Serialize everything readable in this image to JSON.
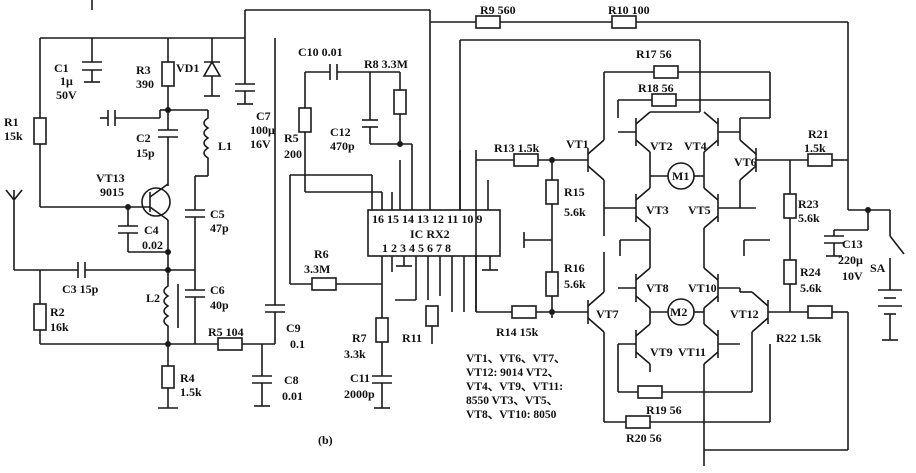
{
  "labels": {
    "c1": "C1",
    "c1_val1": "1μ",
    "c1_val2": "50V",
    "r1": "R1",
    "r1_val": "15k",
    "r3": "R3",
    "r3_val": "390",
    "vd1": "VD1",
    "c2": "C2",
    "c2_val": "15p",
    "l1": "L1",
    "vt13": "VT13",
    "vt13_type": "9015",
    "c4": "C4",
    "c4_val": "0.02",
    "c5": "C5",
    "c5_val": "47p",
    "c3": "C3 15p",
    "c6": "C6",
    "c6_val": "40p",
    "l2": "L2",
    "r2": "R2",
    "r2_val": "16k",
    "r5": "R5 104",
    "r4": "R4",
    "r4_val": "1.5k",
    "c7": "C7",
    "c7_val1": "100μ",
    "c7_val2": "16V",
    "c9": "C9",
    "c9_val": "0.1",
    "c8": "C8",
    "c8_val": "0.01",
    "caption": "(b)",
    "c10": "C10 0.01",
    "r8": "R8 3.3M",
    "r5b": "R5",
    "r5b_val": "200",
    "c12": "C12",
    "c12_val": "470p",
    "r6": "R6",
    "r6_val": "3.3M",
    "ic_name": "IC RX2",
    "ic_top_pins": "16 15 14 13 12 11 10 9",
    "ic_bot_pins": "1 2 3 4 5 6 7 8",
    "r7": "R7",
    "r7_val": "3.3k",
    "c11": "C11",
    "c11_val": "2000p",
    "r11": "R11",
    "r9": "R9 560",
    "r10": "R10 100",
    "r17": "R17 56",
    "r18": "R18 56",
    "r13": "R13 1.5k",
    "vt1": "VT1",
    "vt2": "VT2",
    "vt4": "VT4",
    "vt6": "VT6",
    "m1": "M1",
    "vt3": "VT3",
    "vt5": "VT5",
    "r15": "R15",
    "r15_val": "5.6k",
    "r16": "R16",
    "r16_val": "5.6k",
    "vt8": "VT8",
    "vt10": "VT10",
    "m2": "M2",
    "vt7": "VT7",
    "vt12": "VT12",
    "vt9": "VT9",
    "vt11": "VT11",
    "r14": "R14 15k",
    "r19": "R19 56",
    "r20": "R20 56",
    "r21": "R21",
    "r21_val": "1.5k",
    "r23": "R23",
    "r23_val": "5.6k",
    "r24": "R24",
    "r24_val": "5.6k",
    "r22": "R22 1.5k",
    "c13": "C13",
    "c13_val1": "220μ",
    "c13_val2": "10V",
    "sa": "SA"
  },
  "transistor_note": [
    "VT1、VT6、VT7、",
    "VT12: 9014 VT2、",
    "VT4、VT9、VT11:",
    "8550 VT3、VT5、",
    "VT8、VT10: 8050"
  ]
}
